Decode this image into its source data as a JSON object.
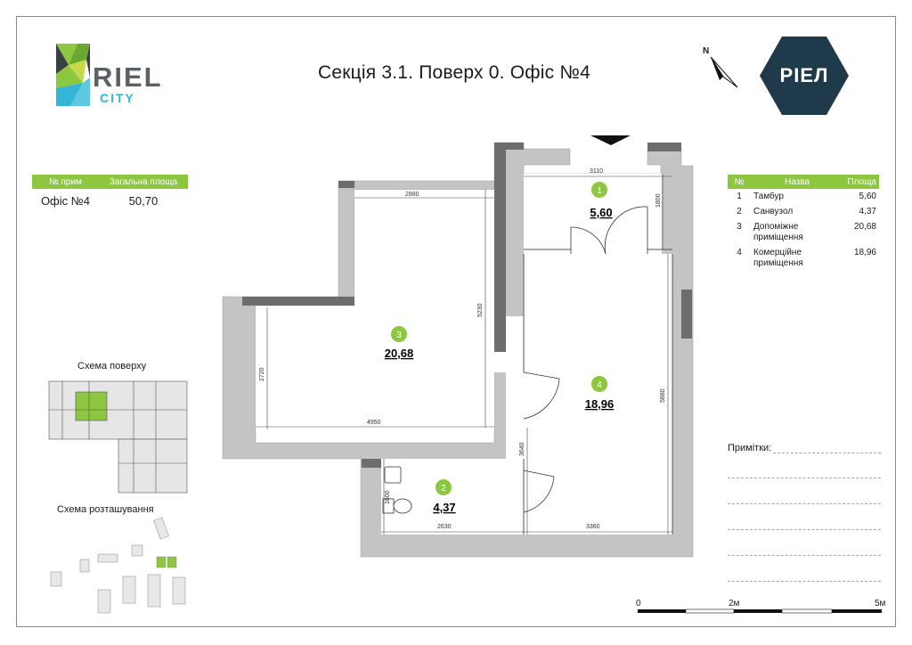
{
  "title": "Секція 3.1. Поверх 0. Офіс №4",
  "logo": {
    "word": "RIEL",
    "sub": "CITY",
    "brand": "РІЕЛ"
  },
  "north_label": "N",
  "summary_table": {
    "headers": [
      "№ прим",
      "Загальна площа"
    ],
    "row": [
      "Офіс №4",
      "50,70"
    ]
  },
  "rooms_table": {
    "headers": [
      "№",
      "Назва",
      "Площа"
    ],
    "rows": [
      {
        "n": "1",
        "name": "Тамбур",
        "area": "5,60"
      },
      {
        "n": "2",
        "name": "Санвузол",
        "area": "4,37"
      },
      {
        "n": "3",
        "name": "Допоміжне приміщення",
        "area": "20,68"
      },
      {
        "n": "4",
        "name": "Комерційне приміщення",
        "area": "18,96"
      }
    ]
  },
  "rooms": [
    {
      "n": "1",
      "area": "5,60"
    },
    {
      "n": "3",
      "area": "20,68"
    },
    {
      "n": "4",
      "area": "18,96"
    },
    {
      "n": "2",
      "area": "4,37"
    }
  ],
  "dimensions": {
    "top_room3": "2880",
    "top_room1": "3110",
    "room1_h": "1800",
    "room3_h": "5230",
    "room3_left": "2720",
    "room3_bottom": "4950",
    "room4_h": "5880",
    "corridor": "3640",
    "room2_h": "1600",
    "room2_w": "2630",
    "room4_bottom": "3360"
  },
  "floor_scheme_label": "Схема поверху",
  "location_scheme_label": "Схема розташування",
  "notes_label": "Примітки:",
  "scale": {
    "s0": "0",
    "s2": "2м",
    "s5": "5м"
  },
  "colors": {
    "accent": "#8dc63f",
    "wall": "#bdbdbd",
    "brand": "#1f3a4a"
  }
}
